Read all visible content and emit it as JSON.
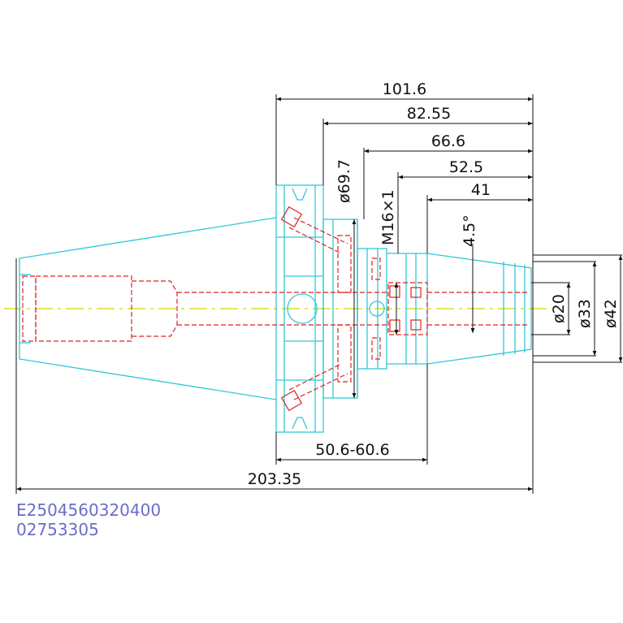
{
  "dimensions": {
    "overall_length": "203.35",
    "flange_to_end": "101.6",
    "d1": "82.55",
    "d2": "66.6",
    "d3": "52.5",
    "d4": "41",
    "adjust_range": "50.6-60.6",
    "flange_dia": "ø69.7",
    "thread": "M16×1",
    "taper_angle": "4.5°",
    "dia_20": "ø20",
    "dia_33": "ø33",
    "dia_42": "ø42"
  },
  "codes": {
    "line1": "E2504560320400",
    "line2": "02753305"
  },
  "colors": {
    "outline": "#30c8d8",
    "hidden": "#e02020",
    "center": "#d8d800",
    "dim": "#111111",
    "text_code": "#6c6cc8"
  }
}
